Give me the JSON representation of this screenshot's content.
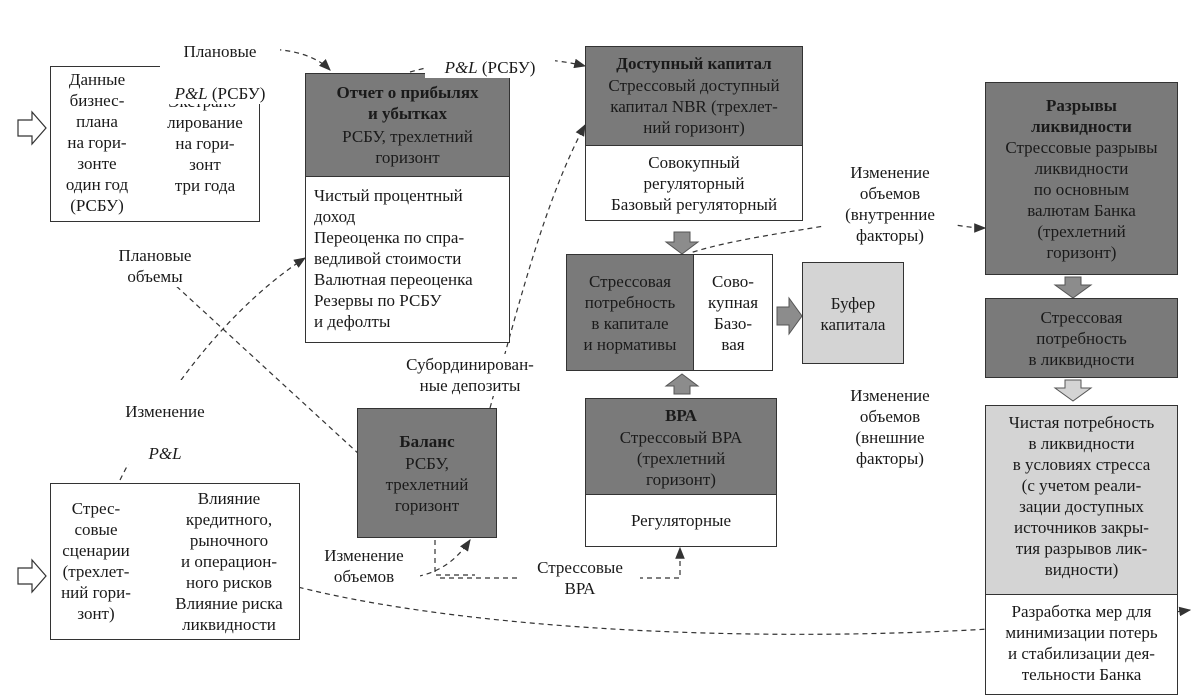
{
  "colors": {
    "dark_box": "#7a7a7a",
    "light_box": "#d4d4d4",
    "line": "#333333"
  },
  "business_plan": {
    "left": "Данные\nбизнес-\nплана\nна гори-\nзонте\nодин год\n(РСБУ)",
    "right": "Экстрапо-\nлирование\nна гори-\nзонт\nтри года"
  },
  "stress_scenarios": {
    "left": "Стрес-\nсовые\nсценарии\n(трехлет-\nний гори-\nзонт)",
    "right": "Влияние\nкредитного,\nрыночного\nи операцион-\nного рисков\nВлияние риска\nликвидности"
  },
  "pnl_report": {
    "title": "Отчет о прибылях\nи убытках",
    "subtitle": "РСБУ, трехлетний\nгоризонт",
    "items": "Чистый процентный\nдоход\nПереоценка по спра-\nведливой стоимости\nВалютная переоценка\nРезервы по РСБУ\nи дефолты"
  },
  "balance": {
    "title": "Баланс",
    "subtitle": "РСБУ,\nтрехлетний\nгоризонт"
  },
  "available_capital": {
    "title": "Доступный капитал",
    "subtitle": "Стрессовый доступный\nкапитал NBR (трехлет-\nний горизонт)",
    "items": "Совокупный\nрегуляторный\nБазовый регуляторный"
  },
  "capital_need": {
    "left": "Стрессовая\nпотребность\nв капитале\nи нормативы",
    "right": "Сово-\nкупная\nБазо-\nвая"
  },
  "capital_buffer": "Буфер\nкапитала",
  "rwa": {
    "title": "ВРА",
    "subtitle": "Стрессовый ВРА\n(трехлетний\nгоризонт)",
    "items": "Регуляторные"
  },
  "liquidity_gaps": {
    "title": "Разрывы\nликвидности",
    "subtitle": "Стрессовые разрывы\nликвидности\nпо основным\nвалютам Банка\n(трехлетний\nгоризонт)"
  },
  "liquidity_need": "Стрессовая\nпотребность\nв ликвидности",
  "net_liquidity_need": "Чистая потребность\nв ликвидности\nв условиях стресса\n(с учетом реали-\nзации доступных\nисточников закры-\nтия разрывов лик-\nвидности)",
  "measures": "Разработка мер для\nминимизации потерь\nи стабилизации дея-\nтельности Банка",
  "labels": {
    "planned_pnl_1": "Плановые",
    "planned_pnl_2_italic": "P&L",
    "planned_pnl_2_rest": " (РСБУ)",
    "pnl_rsbu_italic": "P&L",
    "pnl_rsbu_rest": " (РСБУ)",
    "planned_volumes": "Плановые\nобъемы",
    "pnl_change_1": "Изменение",
    "pnl_change_2": "P&L",
    "sub_deposits": "Субординирован-\nные депозиты",
    "volume_change_internal": "Изменение\nобъемов\n(внутренние\nфакторы)",
    "volume_change_external": "Изменение\nобъемов\n(внешние\nфакторы)",
    "volume_change": "Изменение\nобъемов",
    "stress_rwa": "Стрессовые\nВРА"
  }
}
